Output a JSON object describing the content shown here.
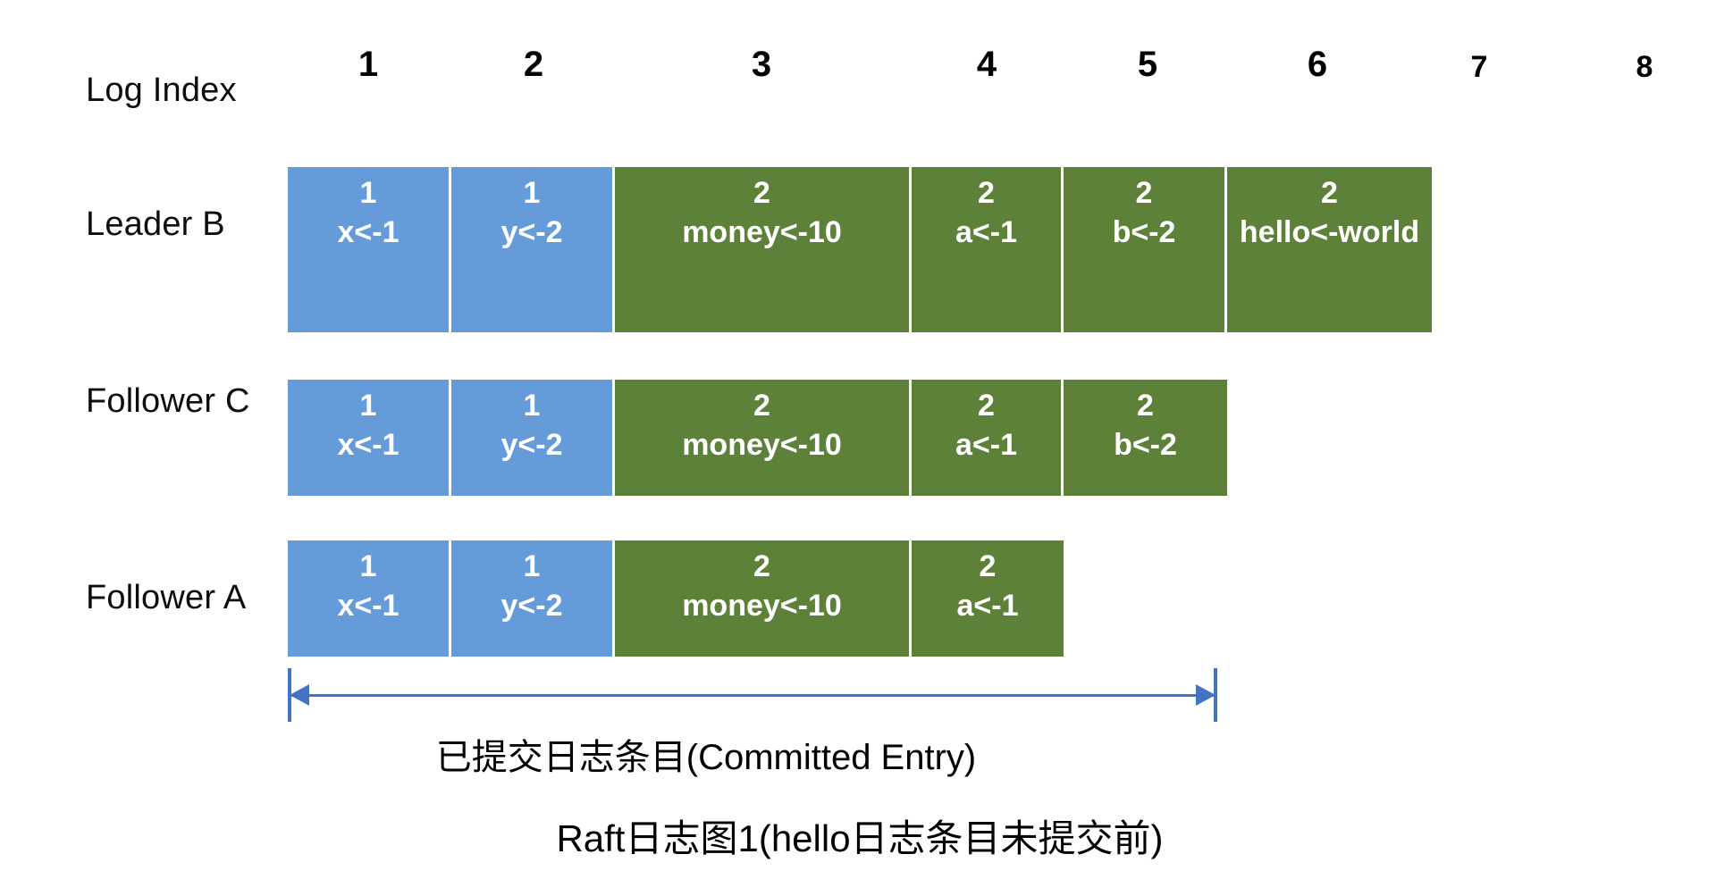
{
  "figure": {
    "title": "Raft日志图1(hello日志条目未提交前)",
    "committed_caption": "已提交日志条目(Committed Entry)",
    "index_header_label": "Log Index",
    "log_indices": [
      "1",
      "2",
      "3",
      "4",
      "5",
      "6",
      "7",
      "8"
    ],
    "colors": {
      "term_1": "#649BD8",
      "term_2": "#5E8139",
      "arrow": "#4472C4",
      "background": "#FFFFFF",
      "text": "#000000",
      "cell_text": "#FFFFFF"
    }
  },
  "rows": [
    {
      "label": "Leader B",
      "cells": [
        {
          "term": "1",
          "command": "x<-1",
          "term_class": "term-1"
        },
        {
          "term": "1",
          "command": "y<-2",
          "term_class": "term-1"
        },
        {
          "term": "2",
          "command": "money<-10",
          "term_class": "term-2"
        },
        {
          "term": "2",
          "command": "a<-1",
          "term_class": "term-2"
        },
        {
          "term": "2",
          "command": "b<-2",
          "term_class": "term-2"
        },
        {
          "term": "2",
          "command": "hello<-world",
          "term_class": "term-2"
        }
      ]
    },
    {
      "label": "Follower C",
      "cells": [
        {
          "term": "1",
          "command": "x<-1",
          "term_class": "term-1"
        },
        {
          "term": "1",
          "command": "y<-2",
          "term_class": "term-1"
        },
        {
          "term": "2",
          "command": "money<-10",
          "term_class": "term-2"
        },
        {
          "term": "2",
          "command": "a<-1",
          "term_class": "term-2"
        },
        {
          "term": "2",
          "command": "b<-2",
          "term_class": "term-2"
        }
      ]
    },
    {
      "label": "Follower A",
      "cells": [
        {
          "term": "1",
          "command": "x<-1",
          "term_class": "term-1"
        },
        {
          "term": "1",
          "command": "y<-2",
          "term_class": "term-1"
        },
        {
          "term": "2",
          "command": "money<-10",
          "term_class": "term-2"
        },
        {
          "term": "2",
          "command": "a<-1",
          "term_class": "term-2"
        }
      ]
    }
  ]
}
